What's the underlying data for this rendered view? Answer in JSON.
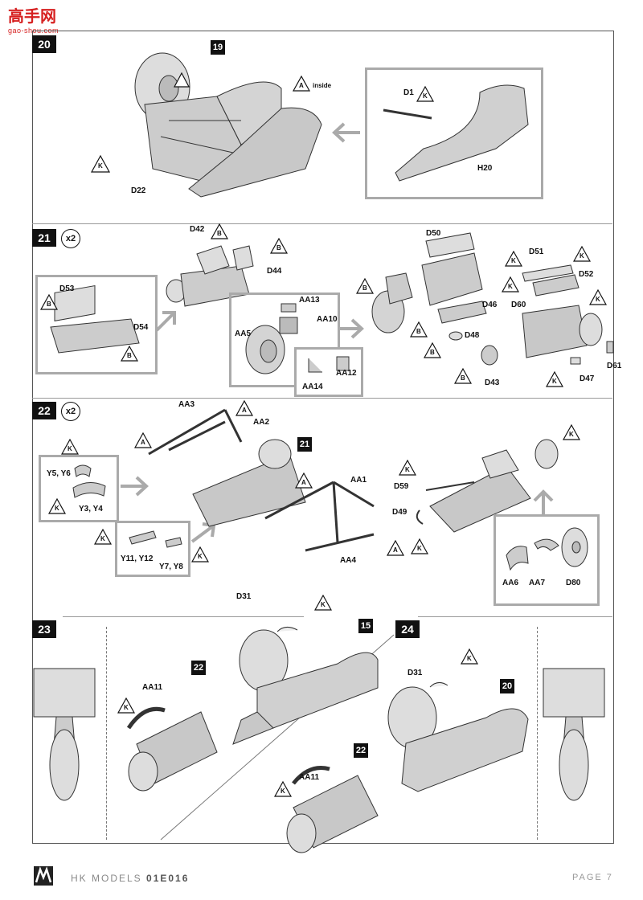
{
  "watermark": {
    "title": "高手网",
    "url": "gao-shou.com"
  },
  "footer": {
    "brand_prefix": "HK MODELS",
    "code": "01E016",
    "page": "PAGE 7"
  },
  "steps": {
    "s20": {
      "number": "20",
      "ref": "19",
      "labels": {
        "inside_letter": "A",
        "inside": "inside",
        "d1": "D1",
        "d1_k": "K",
        "h20": "H20",
        "d22": "D22",
        "d22_k": "K"
      }
    },
    "s21": {
      "number": "21",
      "multiplier": "x2",
      "labels": {
        "d42": "D42",
        "d44": "D44",
        "d53": "D53",
        "d54": "D54",
        "d50": "D50",
        "d46": "D46",
        "d48": "D48",
        "d43": "D43",
        "d51": "D51",
        "d52": "D52",
        "d60": "D60",
        "d61": "D61",
        "d47": "D47",
        "aa13": "AA13",
        "aa10": "AA10",
        "aa5": "AA5",
        "aa14": "AA14",
        "aa12": "AA12"
      },
      "letters": {
        "b": "B",
        "k": "K"
      }
    },
    "s22": {
      "number": "22",
      "multiplier": "x2",
      "ref": "21",
      "labels": {
        "aa3": "AA3",
        "aa2": "AA2",
        "aa1": "AA1",
        "aa4": "AA4",
        "y5y6": "Y5, Y6",
        "y3y4": "Y3, Y4",
        "y11y12": "Y11, Y12",
        "y7y8": "Y7, Y8",
        "d59": "D59",
        "d49": "D49",
        "aa6": "AA6",
        "aa7": "AA7",
        "d80": "D80"
      },
      "letters": {
        "a": "A",
        "k": "K"
      }
    },
    "s23": {
      "number": "23",
      "ref15": "15",
      "ref22": "22",
      "labels": {
        "d31": "D31",
        "aa11": "AA11"
      },
      "letters": {
        "k": "K"
      }
    },
    "s24": {
      "number": "24",
      "ref20": "20",
      "ref22": "22",
      "labels": {
        "d31": "D31",
        "aa11": "AA11"
      },
      "letters": {
        "k": "K"
      }
    }
  }
}
